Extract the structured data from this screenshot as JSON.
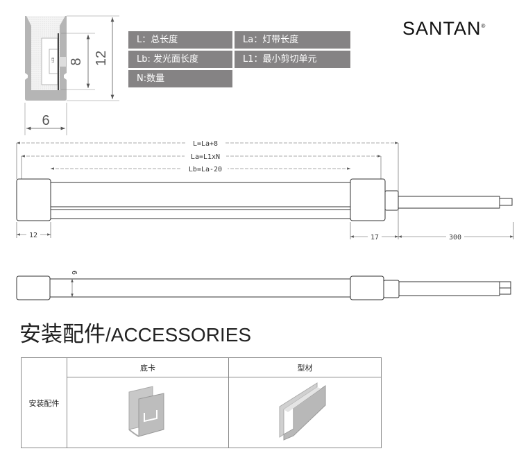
{
  "legend": [
    {
      "text": "L：总长度"
    },
    {
      "text": "La：灯带长度"
    },
    {
      "text": "Lb: 发光面长度"
    },
    {
      "text": "L1：最小剪切单元"
    },
    {
      "text": "N:数量"
    }
  ],
  "brand": {
    "logo": "SANTAN",
    "mark": "®"
  },
  "cross_section": {
    "width_label": "6",
    "height_label": "12",
    "light_label": "8",
    "led_label": "LED"
  },
  "front_view": {
    "l_formula": "L=La+8",
    "la_formula": "La=L1xN",
    "lb_formula": "Lb=La-20",
    "cap_left": "12",
    "cap_right": "17",
    "cable": "300"
  },
  "side_view": {
    "thickness": "6"
  },
  "accessories": {
    "title_cn": "安装配件",
    "title_en": "/ACCESSORIES",
    "row_label": "安装配件",
    "columns": [
      "底卡",
      "型材"
    ]
  },
  "colors": {
    "legend_bg": "#858384",
    "profile_gray": "#b5b5b5"
  }
}
